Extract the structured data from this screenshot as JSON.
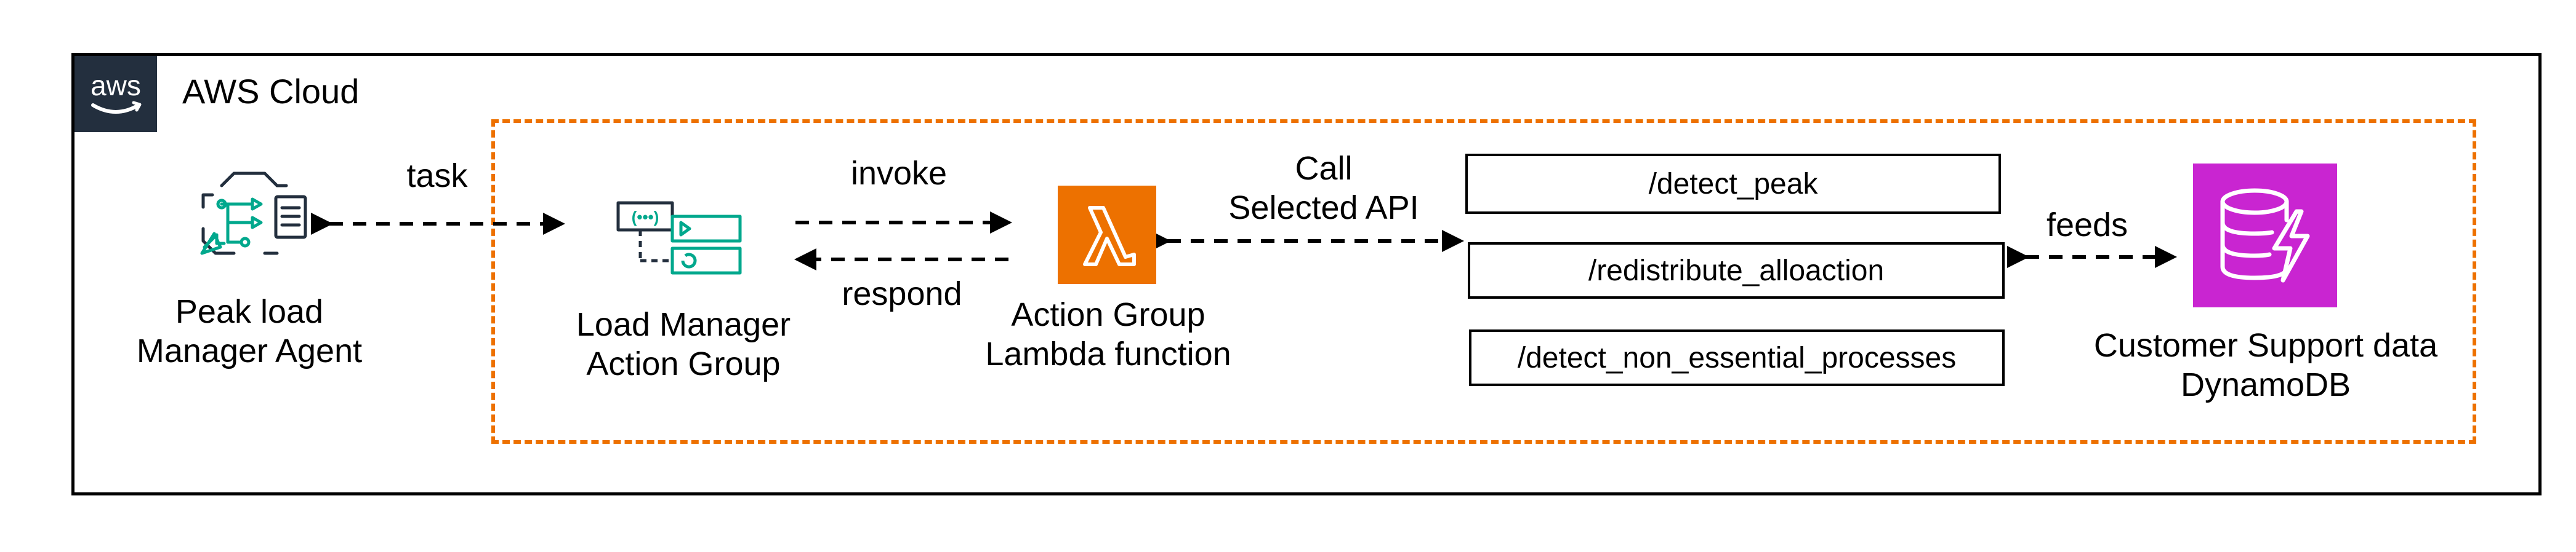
{
  "cloud": {
    "title": "AWS Cloud",
    "logo_text": "aws"
  },
  "agent": {
    "line1": "Peak load",
    "line2": "Manager Agent",
    "icon": "agent-icon"
  },
  "action_group": {
    "line1": "Load Manager",
    "line2": "Action Group",
    "icon": "action-group-icon"
  },
  "lambda": {
    "line1": "Action Group",
    "line2": "Lambda function",
    "icon": "lambda-icon",
    "color": "#ED7100"
  },
  "dynamodb": {
    "line1": "Customer Support data",
    "line2": "DynamoDB",
    "icon": "dynamodb-icon",
    "color": "#C925D1"
  },
  "apis": [
    {
      "path": "/detect_peak"
    },
    {
      "path": "/redistribute_alloaction"
    },
    {
      "path": "/detect_non_essential_processes"
    }
  ],
  "edges": {
    "task": "task",
    "invoke": "invoke",
    "respond": "respond",
    "call_line1": "Call",
    "call_line2": "Selected API",
    "feeds": "feeds"
  },
  "colors": {
    "boundary_orange": "#ED7100",
    "teal": "#01A88D",
    "navy": "#232F3E"
  }
}
